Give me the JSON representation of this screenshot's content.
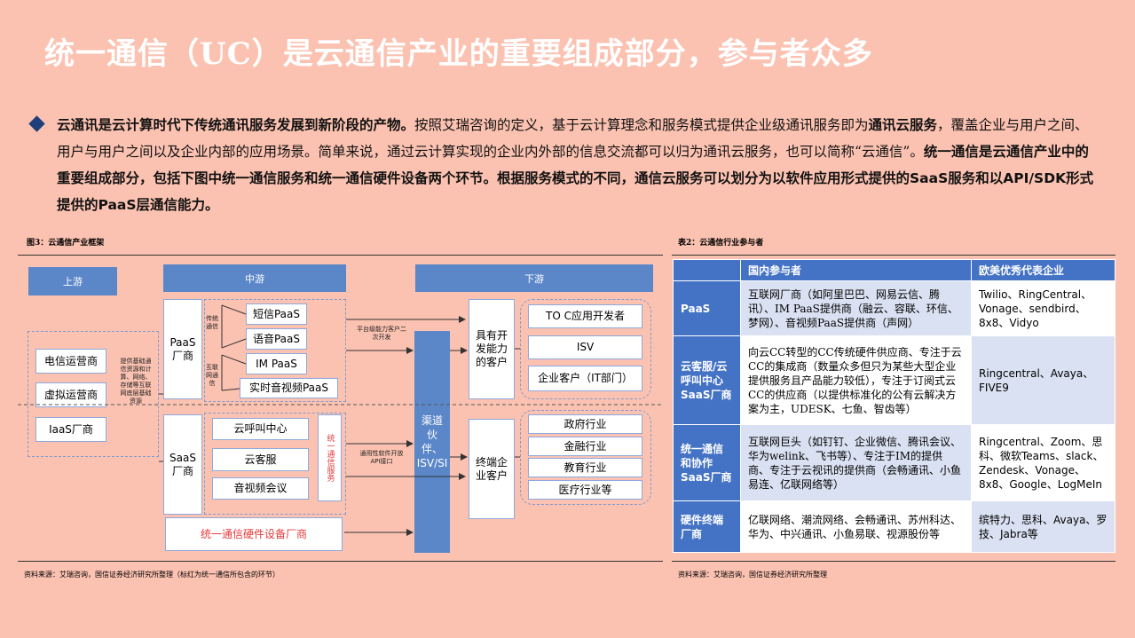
{
  "title": "统一通信（UC）是云通信产业的重要组成部分，参与者众多",
  "intro": {
    "s1": "云通讯是云计算时代下传统通讯服务发展到新阶段的产物。",
    "s2": "按照艾瑞咨询的定义，基于云计算理念和服务模式提供企业级通讯服务即为",
    "s3": "通讯云服务",
    "s4": "，覆盖企业与用户之间、用户与用户之间以及企业内部的应用场景。简单来说，通过云计算实现的企业内外部的信息交流都可以归为通讯云服务，也可以简称“云通信”。",
    "s5": "统一通信是云通信产业中的重要组成部分，包括下图中统一通信服务和统一通信硬件设备两个环节。根据服务模式的不同，通信云服务可以划分为以软件应用形式提供的SaaS服务和以API/SDK形式提供的PaaS层通信能力。"
  },
  "figure": {
    "title": "图3：云通信产业框架",
    "source": "资料来源：艾瑞咨询，国信证券经济研究所整理（标红为统一通信所包含的环节）",
    "upstream": {
      "header": "上游",
      "items": [
        "电信运营商",
        "虚拟运营商",
        "IaaS厂商"
      ],
      "note": "提供基础通信资源和计算、网络、存储等互联网底层基础资源"
    },
    "midstream": {
      "header": "中游",
      "paas_label": "PaaS\n厂商",
      "paas_group1_label": "传统通信",
      "paas_group1": [
        "短信PaaS",
        "语音PaaS"
      ],
      "paas_group2_label": "互联网通信",
      "paas_group2": [
        "IM PaaS",
        "实时音视频PaaS"
      ],
      "saas_label": "SaaS\n厂商",
      "saas_items": [
        "云呼叫中心",
        "云客服",
        "音视频会议"
      ],
      "uc_service": "统一通信服务",
      "hardware": "统一通信硬件设备厂商"
    },
    "channel": "渠道伙伴、ISV/SI",
    "arrow_notes": [
      "平台级能力客户二次开发",
      "通用性软件开放API接口"
    ],
    "downstream": {
      "header": "下游",
      "dev_label": "具有开发能力的客户",
      "dev_items": [
        "TO C应用开发者",
        "ISV",
        "企业客户（IT部门）"
      ],
      "end_label": "终端企业客户",
      "end_items": [
        "政府行业",
        "金融行业",
        "教育行业",
        "医疗行业等"
      ]
    }
  },
  "table": {
    "title": "表2：云通信行业参与者",
    "source": "资料来源：艾瑞咨询，国信证券经济研究所整理",
    "headers": [
      "",
      "国内参与者",
      "欧美优秀代表企业"
    ],
    "rows": [
      {
        "cat": "PaaS",
        "domestic": "互联网厂商（如阿里巴巴、网易云信、腾讯）、IM PaaS提供商（融云、容联、环信、梦网）、音视频PaaS提供商（声网）",
        "foreign": "Twilio、RingCentral、Vonage、sendbird、8x8、Vidyo"
      },
      {
        "cat": "云客服/云呼叫中心SaaS厂商",
        "domestic": "向云CC转型的CC传统硬件供应商、专注于云CC的集成商（数量众多但只为某些大型企业提供服务且产品能力较低），专注于订阅式云CC的供应商（以提供标准化的公有云解决方案为主，UDESK、七鱼、智齿等）",
        "foreign": "Ringcentral、Avaya、FIVE9"
      },
      {
        "cat": "统一通信和协作SaaS厂商",
        "domestic": "互联网巨头（如钉钉、企业微信、腾讯会议、华为welink、飞书等）、专注于IM的提供商、专注于云视讯的提供商（会畅通讯、小鱼易连、亿联网络等）",
        "foreign": "Ringcentral、Zoom、思科、微软Teams、slack、Zendesk、Vonage、8x8、Google、LogMeIn"
      },
      {
        "cat": "硬件终端厂商",
        "domestic": "亿联网络、潮流网络、会畅通讯、苏州科达、华为、中兴通讯、小鱼易联、视源股份等",
        "foreign": "缤特力、思科、Avaya、罗技、Jabra等"
      }
    ]
  },
  "colors": {
    "background": "#FBC2B1",
    "header_blue": "#5B87C9",
    "table_blue": "#4472C4",
    "accent_red": "#E33B3B"
  }
}
